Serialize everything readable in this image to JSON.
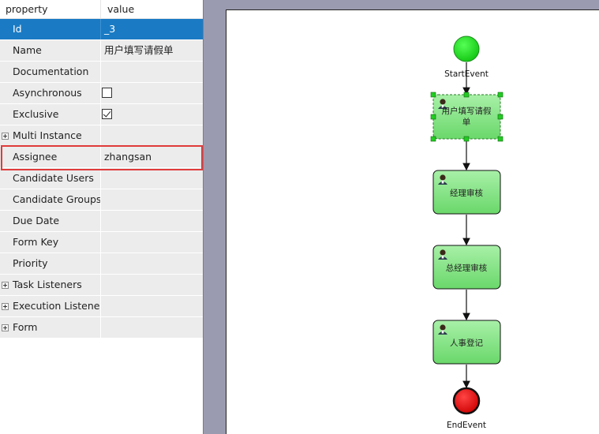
{
  "grid": {
    "header": {
      "property": "property",
      "value": "value"
    },
    "rows": [
      {
        "name": "Id",
        "value": "_3"
      },
      {
        "name": "Name",
        "value": "用户填写请假单"
      },
      {
        "name": "Documentation",
        "value": ""
      },
      {
        "name": "Asynchronous",
        "checked": false
      },
      {
        "name": "Exclusive",
        "checked": true
      },
      {
        "name": "Multi Instance",
        "value": "",
        "expandable": true
      },
      {
        "name": "Assignee",
        "value": "zhangsan"
      },
      {
        "name": "Candidate Users",
        "value": ""
      },
      {
        "name": "Candidate Groups",
        "value": ""
      },
      {
        "name": "Due Date",
        "value": ""
      },
      {
        "name": "Form Key",
        "value": ""
      },
      {
        "name": "Priority",
        "value": ""
      },
      {
        "name": "Task Listeners",
        "value": "",
        "expandable": true
      },
      {
        "name": "Execution Listeners",
        "value": "",
        "expandable": true
      },
      {
        "name": "Form",
        "value": "",
        "expandable": true
      }
    ],
    "selected_row": "Id",
    "highlighted_row": "Assignee",
    "colors": {
      "selection": "#1a7bc4",
      "highlight_border": "#e03b3b",
      "row_bg": "#ececec"
    }
  },
  "diagram": {
    "start_event": {
      "label": "StartEvent",
      "color": "#22dd22"
    },
    "tasks": [
      {
        "label_line1": "用户填写请假",
        "label_line2": "单",
        "selected": true,
        "icon": "user-icon"
      },
      {
        "label_line1": "经理审核",
        "label_line2": "",
        "selected": false,
        "icon": "user-icon"
      },
      {
        "label_line1": "总经理审核",
        "label_line2": "",
        "selected": false,
        "icon": "user-icon"
      },
      {
        "label_line1": "人事登记",
        "label_line2": "",
        "selected": false,
        "icon": "user-icon"
      }
    ],
    "end_event": {
      "label": "EndEvent",
      "color": "#ee1111"
    },
    "colors": {
      "task_fill": "#8fe88f",
      "canvas_bg": "#9a9bb0",
      "handle": "#22cc22"
    }
  }
}
